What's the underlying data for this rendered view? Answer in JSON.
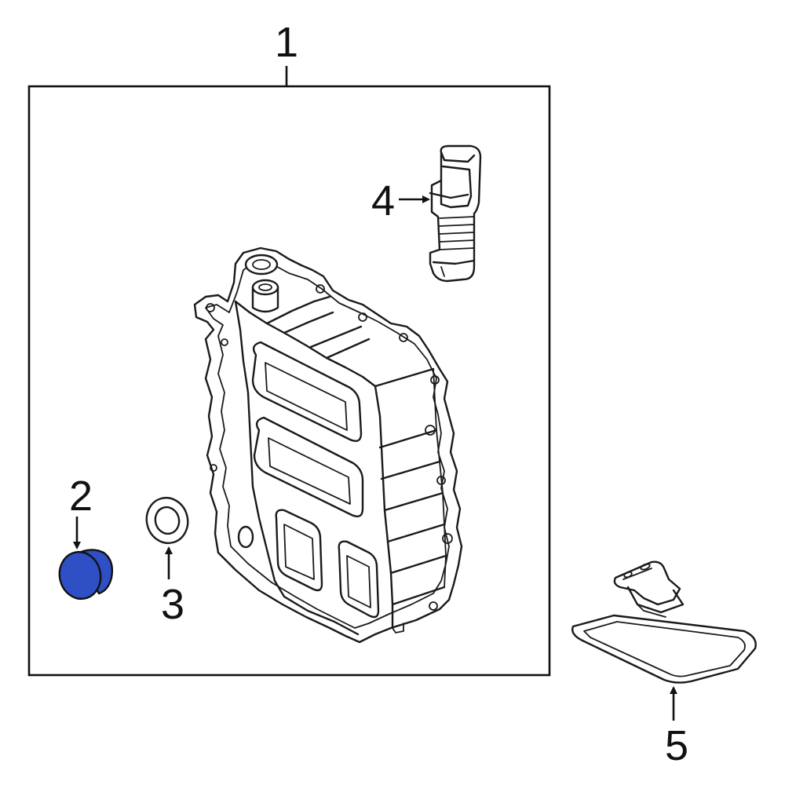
{
  "callouts": {
    "c1": "1",
    "c2": "2",
    "c3": "3",
    "c4": "4",
    "c5": "5"
  },
  "colors": {
    "highlight_part": "#2f4fc4",
    "line": "#1a1a1a",
    "background": "#ffffff"
  },
  "parts": [
    {
      "callout": "1",
      "icon": "transmission-valve-body-pan-assembly-icon"
    },
    {
      "callout": "2",
      "icon": "drain-plug-icon",
      "highlighted": true
    },
    {
      "callout": "3",
      "icon": "sealing-washer-icon"
    },
    {
      "callout": "4",
      "icon": "solenoid-sensor-icon"
    },
    {
      "callout": "5",
      "icon": "transmission-filter-icon"
    }
  ]
}
